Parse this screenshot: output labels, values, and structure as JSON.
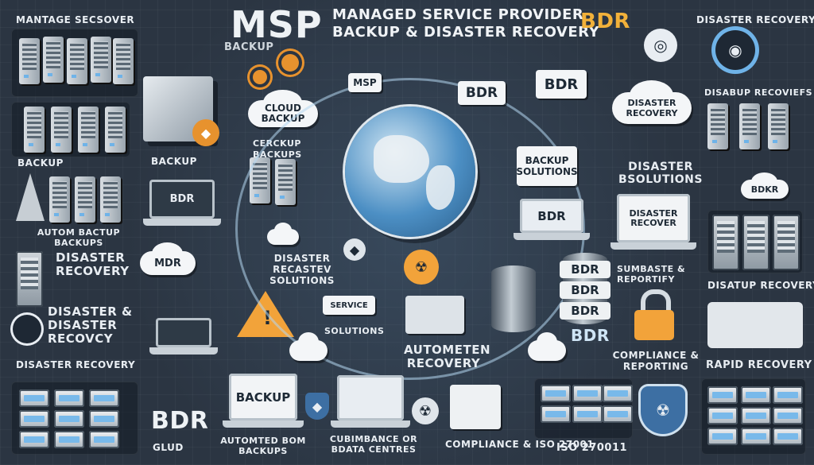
{
  "header": {
    "msp": "MSP",
    "msp_sub": "BACKUP",
    "line1": "MANAGED SERVICE PROVIDER",
    "line2": "BACKUP & DISASTER RECOVERY",
    "bdr": "BDR"
  },
  "labels": {
    "tl": "MANTAGE SECSOVER",
    "tr": "DISASTER RECOVERY",
    "backup_left": "BACKUP",
    "backup_mid": "BACKUP",
    "autom_backups": "AUTOM BACTUP BACKUPS",
    "disaster_recovery_left": "DISASTER RECOVERY",
    "disaster_disaster": "DISASTER & DISASTER RECOVCY",
    "disaster_recovery_bottom_left": "DISASTER RECOVERY",
    "glud": "GLUD",
    "center_backups": "CERCKUP BACKUPS",
    "disaster_solutions": "DISASTER RECASTEV SOLUTIONS",
    "solutions": "SOLUTIONS",
    "automated_recovery": "AUTOMETEN RECOVERY",
    "disaster_bsolutions": "DISASTER BSOLUTIONS",
    "summary_reporting": "SUMBASTE & REPORTIFY",
    "disatup_recovery": "DISATUP RECOVERY",
    "rapid_recovery": "RAPID RECOVERY",
    "compliance_reporting": "COMPLIANCE & REPORTING",
    "disabup_recovers": "DISABUP RECOVIEFS",
    "automated_backups": "AUTOMTED BOM BACKUPS",
    "compliance_data": "CUBIMBANCE OR BDATA CENTRES",
    "compliance_iso": "COMPLIANCE & ISO 27001",
    "iso": "ISO 270011",
    "bdr_bottom_left": "BDR",
    "bdr_right": "BDR",
    "cloud_backup": "CLOUD BACKUP",
    "mdr": "MDR",
    "bdr_sign": "BDR",
    "bdr_sign2": "BDR",
    "backup_solutions": "BACKUP SOLUTIONS",
    "bdr_laptop": "BDR",
    "disaster_recovery_cloud": "DISASTER RECOVERY",
    "disaster_recover_monitor": "DISASTER RECOVER",
    "bdr_cloud_small": "BDKR",
    "backup_laptop": "BACKUP",
    "backup_bottom": "BACKUP",
    "service_label": "SERVICE",
    "msp_small": "MSP",
    "bdr_cyl_1": "BDR",
    "bdr_cyl_2": "BDR",
    "bdr_cyl_3": "BDR"
  },
  "colors": {
    "bg": "#2b3542",
    "accent_orange": "#f2a33a",
    "accent_blue": "#6fb3e8",
    "sign_white": "#f3f5f7"
  },
  "icons": [
    "globe-icon",
    "cloud-icon",
    "gear-icon",
    "shield-icon",
    "lock-icon",
    "warning-icon",
    "server-icon",
    "database-icon",
    "laptop-icon",
    "arrow-icon",
    "radiation-icon",
    "target-icon",
    "tower-icon"
  ]
}
